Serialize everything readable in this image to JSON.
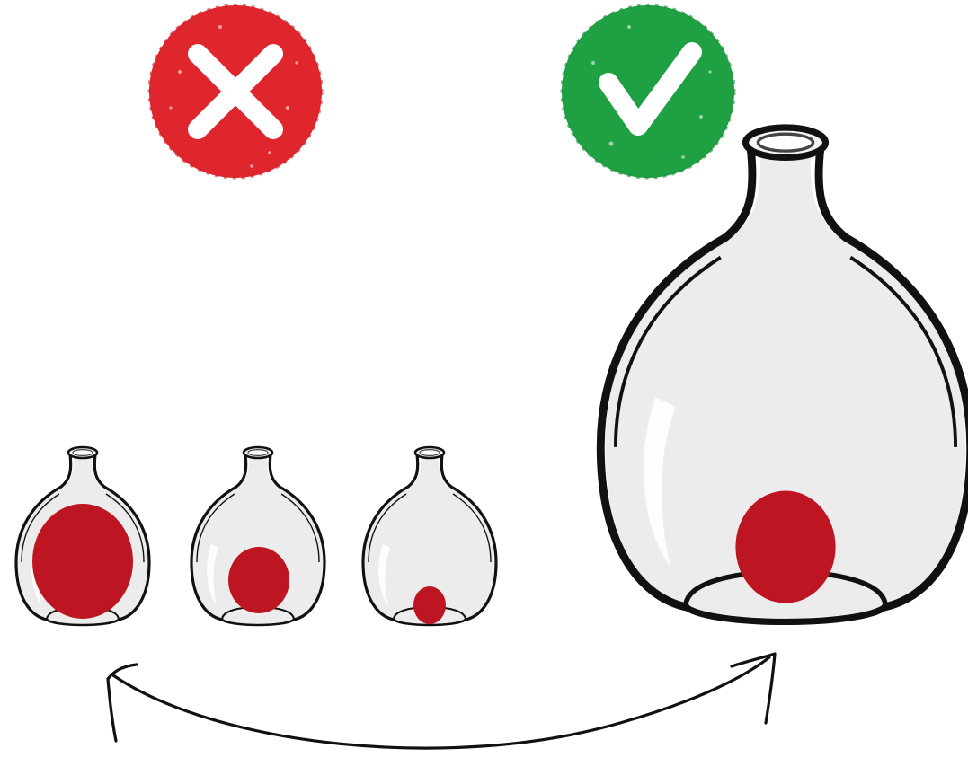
{
  "figure": {
    "type": "illustration",
    "wrong_mark": {
      "icon": "x-mark-icon",
      "color": "#e0262d"
    },
    "right_mark": {
      "icon": "check-mark-icon",
      "color": "#1fa043"
    },
    "small_bottles": [
      {
        "content": "large-red-ball"
      },
      {
        "content": "medium-red-ball"
      },
      {
        "content": "small-red-ball"
      }
    ],
    "large_bottle": {
      "content": "red-ball"
    },
    "arrow": {
      "icon": "double-headed-curved-arrow-icon"
    },
    "colors": {
      "ball": "#bd1622",
      "glass": "#ececec",
      "outline": "#111111"
    }
  }
}
